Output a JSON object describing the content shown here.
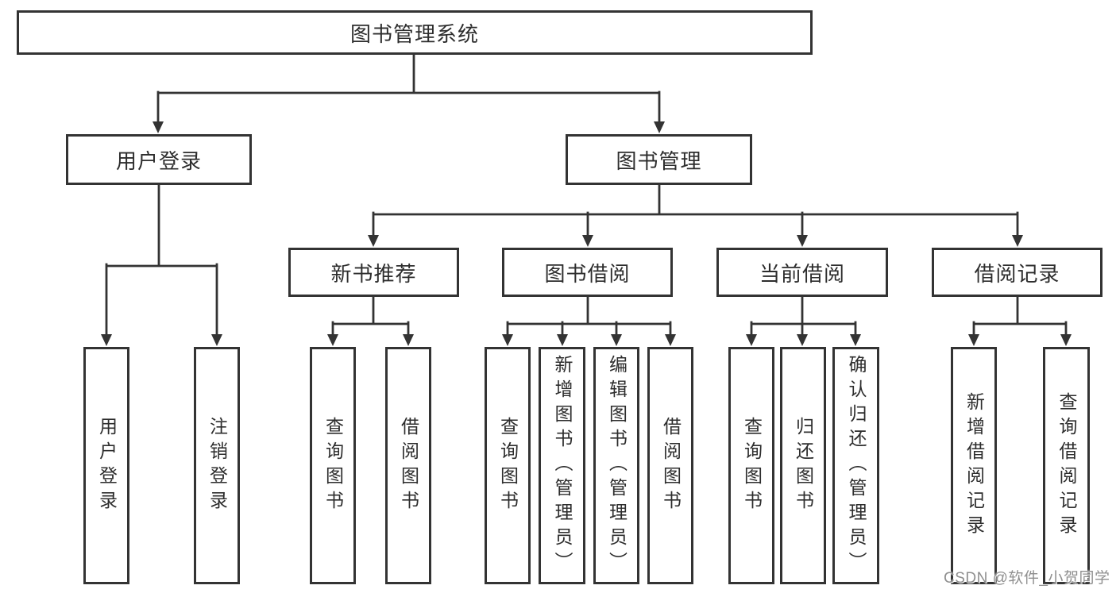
{
  "diagram": {
    "root": {
      "label": "图书管理系统"
    },
    "branches": [
      {
        "label": "用户登录",
        "leaves": [
          "用户登录",
          "注销登录"
        ]
      },
      {
        "label": "图书管理",
        "groups": [
          {
            "label": "新书推荐",
            "leaves": [
              "查询图书",
              "借阅图书"
            ]
          },
          {
            "label": "图书借阅",
            "leaves": [
              "查询图书",
              "新增图书（管理员）",
              "编辑图书（管理员）",
              "借阅图书"
            ]
          },
          {
            "label": "当前借阅",
            "leaves": [
              "查询图书",
              "归还图书",
              "确认归还（管理员）"
            ]
          },
          {
            "label": "借阅记录",
            "leaves": [
              "新增借阅记录",
              "查询借阅记录"
            ]
          }
        ]
      }
    ]
  },
  "watermark": {
    "text": "CSDN @软件_小贺同学"
  },
  "colors": {
    "line": "#333333",
    "text": "#2d2d2d",
    "watermark": "#8f8f8f",
    "background": "#ffffff"
  }
}
